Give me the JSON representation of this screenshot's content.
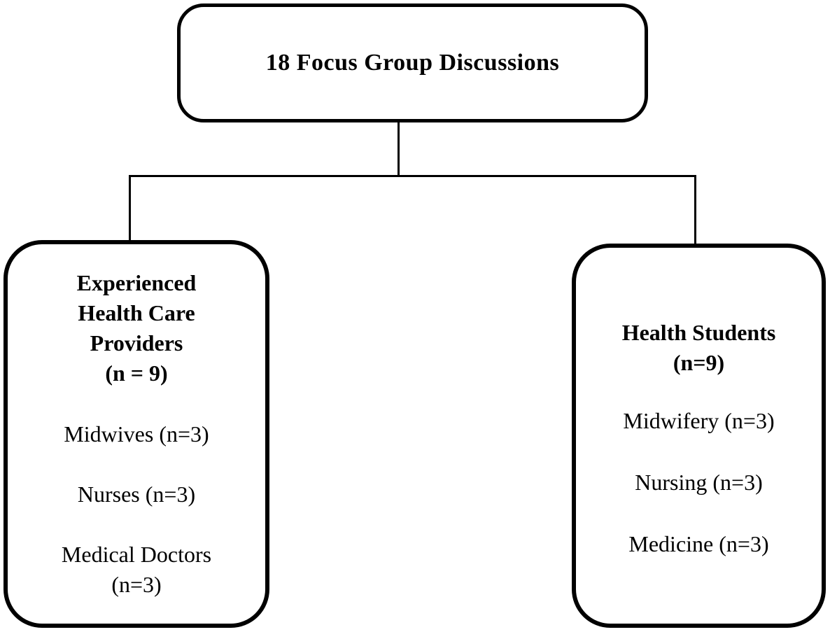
{
  "diagram": {
    "title_node": {
      "label": "18 Focus Group Discussions"
    },
    "providers_node": {
      "title_lines": [
        "Experienced",
        "Health Care",
        "Providers",
        "(n = 9)"
      ],
      "items": [
        "Midwives (n=3)",
        "Nurses (n=3)",
        "Medical Doctors (n=3)"
      ]
    },
    "students_node": {
      "title_lines": [
        "Health Students",
        "(n=9)"
      ],
      "items": [
        "Midwifery (n=3)",
        "Nursing (n=3)",
        "Medicine (n=3)"
      ]
    },
    "colors": {
      "border": "#000000",
      "background": "#ffffff",
      "text": "#000000"
    }
  }
}
